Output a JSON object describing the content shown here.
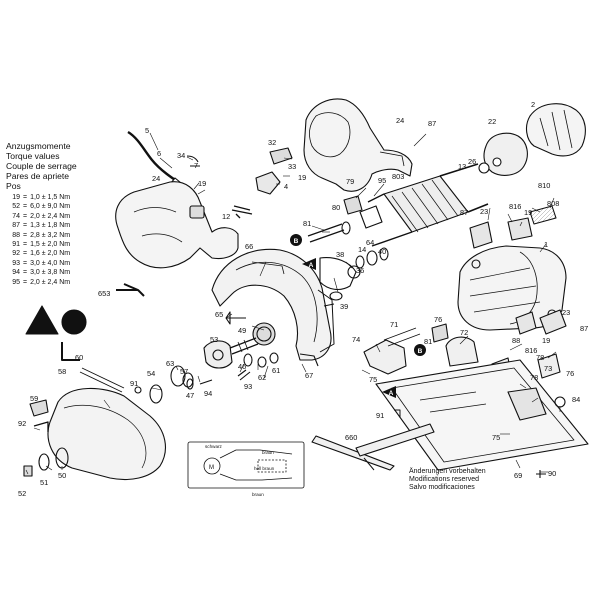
{
  "torque_table": {
    "headings": [
      "Anzugsmomente",
      "Torque values",
      "Couple de serrage",
      "Pares de apriete",
      "Pos"
    ],
    "rows": [
      {
        "pos": "19",
        "value": "1,0 ± 1,5 Nm"
      },
      {
        "pos": "52",
        "value": "6,0 ± 9,0 Nm"
      },
      {
        "pos": "74",
        "value": "2,0 ± 2,4 Nm"
      },
      {
        "pos": "87",
        "value": "1,3 ± 1,8 Nm"
      },
      {
        "pos": "88",
        "value": "2,8 ± 3,2 Nm"
      },
      {
        "pos": "91",
        "value": "1,5 ± 2,0 Nm"
      },
      {
        "pos": "92",
        "value": "1,6 ± 2,0 Nm"
      },
      {
        "pos": "93",
        "value": "3,0 ± 4,0 Nm"
      },
      {
        "pos": "94",
        "value": "3,0 ± 3,8 Nm"
      },
      {
        "pos": "95",
        "value": "2,0 ± 2,4 Nm"
      }
    ]
  },
  "notes": [
    "Änderungen vorbehalten",
    "Modifications reserved",
    "Salvo modificaciones"
  ],
  "part_labels": [
    {
      "id": "5",
      "t": "5"
    },
    {
      "id": "6",
      "t": "6"
    },
    {
      "id": "34",
      "t": "34"
    },
    {
      "id": "7",
      "t": "7"
    },
    {
      "id": "19a",
      "t": "19"
    },
    {
      "id": "24a",
      "t": "24"
    },
    {
      "id": "12",
      "t": "12"
    },
    {
      "id": "32",
      "t": "32"
    },
    {
      "id": "33",
      "t": "33"
    },
    {
      "id": "19b",
      "t": "19"
    },
    {
      "id": "4",
      "t": "4"
    },
    {
      "id": "24b",
      "t": "24"
    },
    {
      "id": "87a",
      "t": "87"
    },
    {
      "id": "22",
      "t": "22"
    },
    {
      "id": "2",
      "t": "2"
    },
    {
      "id": "79",
      "t": "79"
    },
    {
      "id": "95",
      "t": "95"
    },
    {
      "id": "803",
      "t": "803"
    },
    {
      "id": "13",
      "t": "13"
    },
    {
      "id": "26",
      "t": "26"
    },
    {
      "id": "810",
      "t": "810"
    },
    {
      "id": "808",
      "t": "808"
    },
    {
      "id": "80",
      "t": "80"
    },
    {
      "id": "81a",
      "t": "81"
    },
    {
      "id": "14",
      "t": "14"
    },
    {
      "id": "64",
      "t": "64"
    },
    {
      "id": "40",
      "t": "40"
    },
    {
      "id": "87b",
      "t": "87"
    },
    {
      "id": "23a",
      "t": "23"
    },
    {
      "id": "816a",
      "t": "816"
    },
    {
      "id": "19c",
      "t": "19"
    },
    {
      "id": "66",
      "t": "66"
    },
    {
      "id": "38",
      "t": "38"
    },
    {
      "id": "36",
      "t": "36"
    },
    {
      "id": "39",
      "t": "39"
    },
    {
      "id": "1",
      "t": "1"
    },
    {
      "id": "653",
      "t": "653"
    },
    {
      "id": "65",
      "t": "65"
    },
    {
      "id": "23b",
      "t": "23"
    },
    {
      "id": "87c",
      "t": "87"
    },
    {
      "id": "71",
      "t": "71"
    },
    {
      "id": "76a",
      "t": "76"
    },
    {
      "id": "72",
      "t": "72"
    },
    {
      "id": "88",
      "t": "88"
    },
    {
      "id": "816b",
      "t": "816"
    },
    {
      "id": "19d",
      "t": "19"
    },
    {
      "id": "78a",
      "t": "78"
    },
    {
      "id": "53",
      "t": "53"
    },
    {
      "id": "49",
      "t": "49"
    },
    {
      "id": "60",
      "t": "60"
    },
    {
      "id": "74",
      "t": "74"
    },
    {
      "id": "81b",
      "t": "81"
    },
    {
      "id": "58",
      "t": "58"
    },
    {
      "id": "63",
      "t": "63"
    },
    {
      "id": "46",
      "t": "46"
    },
    {
      "id": "62",
      "t": "62"
    },
    {
      "id": "61",
      "t": "61"
    },
    {
      "id": "67",
      "t": "67"
    },
    {
      "id": "75a",
      "t": "75"
    },
    {
      "id": "78b",
      "t": "78"
    },
    {
      "id": "73",
      "t": "73"
    },
    {
      "id": "76b",
      "t": "76"
    },
    {
      "id": "54",
      "t": "54"
    },
    {
      "id": "91a",
      "t": "91"
    },
    {
      "id": "57",
      "t": "57"
    },
    {
      "id": "47",
      "t": "47"
    },
    {
      "id": "94",
      "t": "94"
    },
    {
      "id": "93",
      "t": "93"
    },
    {
      "id": "59",
      "t": "59"
    },
    {
      "id": "92",
      "t": "92"
    },
    {
      "id": "84",
      "t": "84"
    },
    {
      "id": "91b",
      "t": "91"
    },
    {
      "id": "660",
      "t": "660"
    },
    {
      "id": "75b",
      "t": "75"
    },
    {
      "id": "50",
      "t": "50"
    },
    {
      "id": "51",
      "t": "51"
    },
    {
      "id": "52",
      "t": "52"
    },
    {
      "id": "90",
      "t": "90"
    },
    {
      "id": "69",
      "t": "69"
    }
  ],
  "callout_badges": [
    {
      "id": "A1",
      "t": "A"
    },
    {
      "id": "B1",
      "t": "B"
    },
    {
      "id": "A2",
      "t": "A"
    },
    {
      "id": "B2",
      "t": "B"
    }
  ],
  "wiring": {
    "top_label": "schwarz",
    "brown_label": "braun",
    "mid_label": "hell braun",
    "bottom_label": "braun",
    "motor_symbol": "M"
  }
}
